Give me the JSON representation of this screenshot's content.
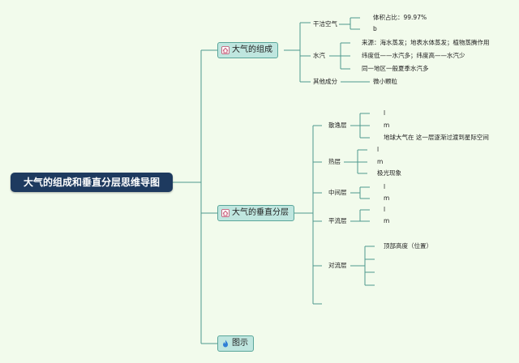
{
  "root": "大气的组成和垂直分层思维导图",
  "branches": {
    "composition": {
      "label": "大气的组成",
      "icon": "home-icon",
      "items": {
        "dry_air": "干洁空气",
        "dry_air_children": [
          "体积占比：99.97%",
          "b"
        ],
        "water_vapor": "水汽",
        "water_vapor_children": [
          "来源：海水蒸发；地表水体蒸发；植物蒸腾作用",
          "纬度低——水汽多；纬度高——水汽少",
          "同一地区一般夏季水汽多"
        ],
        "other": "其他成分",
        "other_children": [
          "微小颗粒"
        ]
      }
    },
    "layers": {
      "label": "大气的垂直分层",
      "icon": "home-icon",
      "items": {
        "exosphere": "散逸层",
        "exosphere_children": [
          "l",
          "m",
          "地球大气在 这一层逐渐过渡到星际空间"
        ],
        "thermosphere": "热层",
        "thermosphere_children": [
          "l",
          "m",
          "极光现象"
        ],
        "mesosphere": "中间层",
        "mesosphere_children": [
          "l",
          "m"
        ],
        "stratosphere": "平流层",
        "stratosphere_children": [
          "l",
          "m"
        ],
        "troposphere": "对流层",
        "troposphere_children": [
          "顶部高度（位置）"
        ]
      }
    },
    "figure": {
      "label": "图示",
      "icon": "flame-icon"
    }
  },
  "colors": {
    "line": "#4f9a8e",
    "root_bg": "#1e3a5f",
    "branch_bg": "#bfe6df",
    "background": "#f2fbec"
  }
}
